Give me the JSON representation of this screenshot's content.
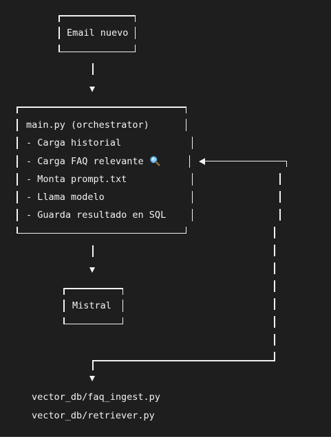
{
  "email_box": {
    "label": "Email nuevo"
  },
  "main_box": {
    "title": "main.py (orchestrator)",
    "steps": [
      "- Carga historial",
      "- Carga FAQ relevante",
      "- Monta prompt.txt",
      "- Llama modelo",
      "- Guarda resultado en SQL"
    ],
    "faq_icon": "magnifying-glass-icon"
  },
  "mistral_box": {
    "label": "Mistral"
  },
  "files": [
    "vector_db/faq_ingest.py",
    "vector_db/retriever.py"
  ]
}
